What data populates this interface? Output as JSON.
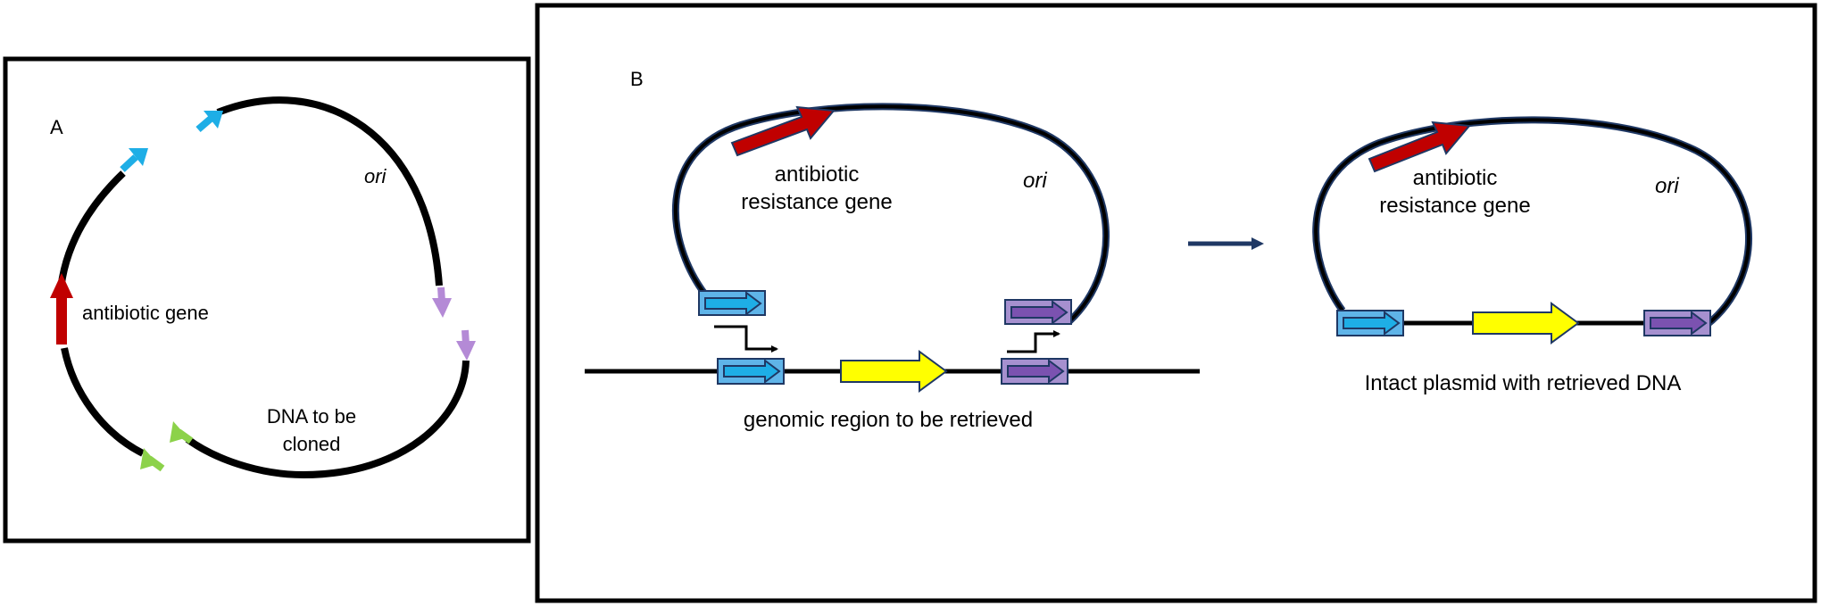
{
  "panel_a": {
    "letter": "A",
    "labels": {
      "ori": "ori",
      "antibiotic_gene": "antibiotic gene",
      "dna_line1": "DNA to be",
      "dna_line2": "cloned"
    }
  },
  "panel_b": {
    "letter": "B",
    "left": {
      "resistance_line1": "antibiotic",
      "resistance_line2": "resistance gene",
      "ori": "ori",
      "genomic_caption": "genomic region to be retrieved"
    },
    "right": {
      "resistance_line1": "antibiotic",
      "resistance_line2": "resistance gene",
      "ori": "ori",
      "caption": "Intact plasmid with retrieved DNA"
    }
  },
  "colors": {
    "antibiotic": "#c00000",
    "cyan": "#1eaee6",
    "cyan_box": "#5fb4e8",
    "purple": "#7b52b0",
    "purple_box": "#a690cf",
    "lavender": "#b48ad6",
    "green": "#8cd24a",
    "yellow": "#ffff00",
    "plasmid_outline": "#1f3864"
  }
}
